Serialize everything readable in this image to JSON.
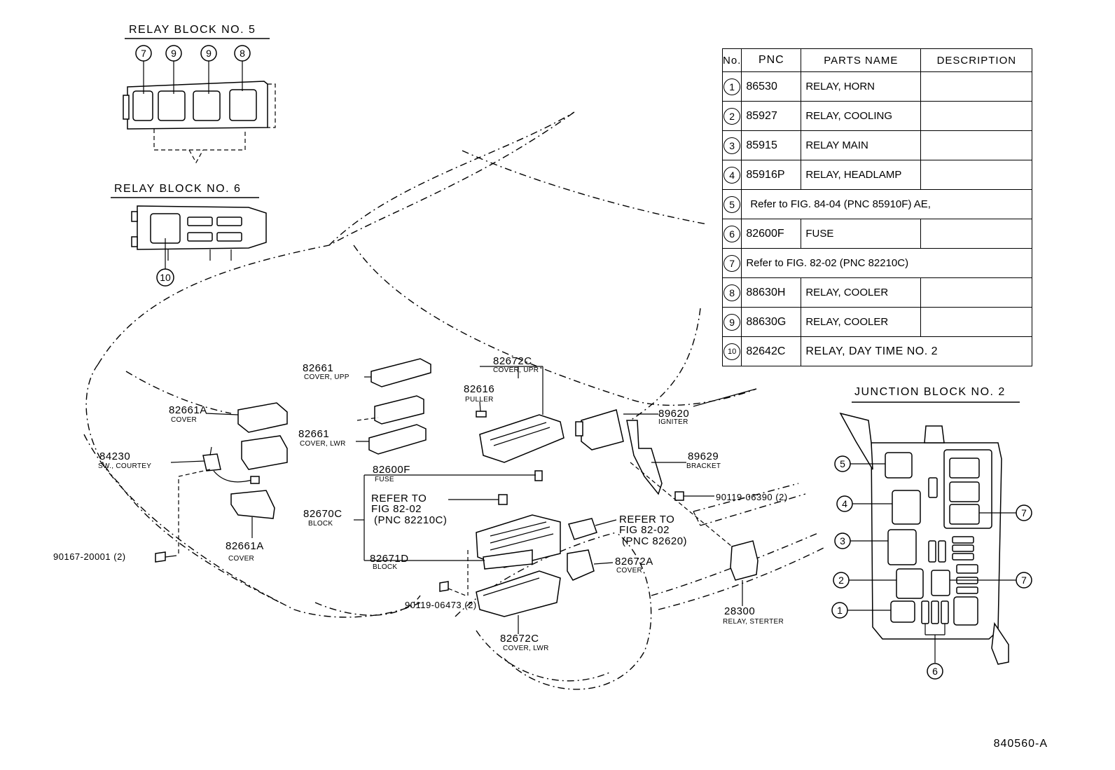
{
  "parts_table": {
    "headers": {
      "no": "No.",
      "pnc": "PNC",
      "parts_name": "PARTS NAME",
      "description": "DESCRIPTION"
    },
    "rows": [
      {
        "no": "1",
        "pnc": "86530",
        "name": "RELAY, HORN",
        "desc": ""
      },
      {
        "no": "2",
        "pnc": "85927",
        "name": "RELAY, COOLING",
        "desc": ""
      },
      {
        "no": "3",
        "pnc": "85915",
        "name": "RELAY MAIN",
        "desc": ""
      },
      {
        "no": "4",
        "pnc": "85916P",
        "name": "RELAY, HEADLAMP",
        "desc": ""
      },
      {
        "no": "5",
        "refer": "Refer to FIG. 84-04 (PNC 85910F) AE,"
      },
      {
        "no": "6",
        "pnc": "82600F",
        "name": "FUSE",
        "desc": ""
      },
      {
        "no": "7",
        "refer": "Refer to FIG. 82-02 (PNC 82210C)"
      },
      {
        "no": "8",
        "pnc": "88630H",
        "name": "RELAY, COOLER",
        "desc": ""
      },
      {
        "no": "9",
        "pnc": "88630G",
        "name": "RELAY, COOLER",
        "desc": ""
      },
      {
        "no": "10",
        "pnc": "82642C",
        "name": "RELAY, DAY TIME NO. 2",
        "desc": ""
      }
    ]
  },
  "relay_block_5": {
    "title": "RELAY BLOCK NO. 5",
    "callouts": [
      "7",
      "9",
      "9",
      "8"
    ]
  },
  "relay_block_6": {
    "title": "RELAY BLOCK NO. 6",
    "callout": "10"
  },
  "junction_block_2": {
    "title": "JUNCTION BLOCK NO. 2",
    "callouts_left": [
      "5",
      "4",
      "3",
      "2",
      "1"
    ],
    "callouts_right": [
      "7",
      "7"
    ],
    "callout_bottom": "6"
  },
  "labels": {
    "p82661_upp": {
      "pnc": "82661",
      "desc": "COVER, UPP"
    },
    "p82661_lwr": {
      "pnc": "82661",
      "desc": "COVER, LWR"
    },
    "p82661a_top": {
      "pnc": "82661A",
      "desc": "COVER"
    },
    "p82661a_bot": {
      "pnc": "82661A",
      "desc": "COVER"
    },
    "p84230": {
      "pnc": "84230",
      "desc": "SW., COURTEY"
    },
    "p90167": {
      "pnc": "90167-20001 (2)"
    },
    "p82672c_upr": {
      "pnc": "82672C",
      "desc": "COVER, UPR"
    },
    "p82616": {
      "pnc": "82616",
      "desc": "PULLER"
    },
    "p82600f": {
      "pnc": "82600F",
      "desc": "FUSE"
    },
    "refer1": {
      "line1": "REFER TO",
      "line2": "FIG 82-02",
      "line3": "(PNC 82210C)"
    },
    "p82670c": {
      "pnc": "82670C",
      "desc": "BLOCK"
    },
    "p82671d": {
      "pnc": "82671D",
      "desc": "BLOCK"
    },
    "refer2": {
      "line1": "REFER TO",
      "line2": "FIG 82-02",
      "line3": "(PNC 82620)"
    },
    "p82672a": {
      "pnc": "82672A",
      "desc": "COVER"
    },
    "p90119_06473": {
      "pnc": "90119-06473 (2)"
    },
    "p82672c_lwr": {
      "pnc": "82672C",
      "desc": "COVER, LWR"
    },
    "p89620": {
      "pnc": "89620",
      "desc": "IGNITER"
    },
    "p89629": {
      "pnc": "89629",
      "desc": "BRACKET"
    },
    "p90119_06390": {
      "pnc": "90119-06390 (2)"
    },
    "p28300": {
      "pnc": "28300",
      "desc": "RELAY, STERTER"
    }
  },
  "figure_code": "840560-A"
}
